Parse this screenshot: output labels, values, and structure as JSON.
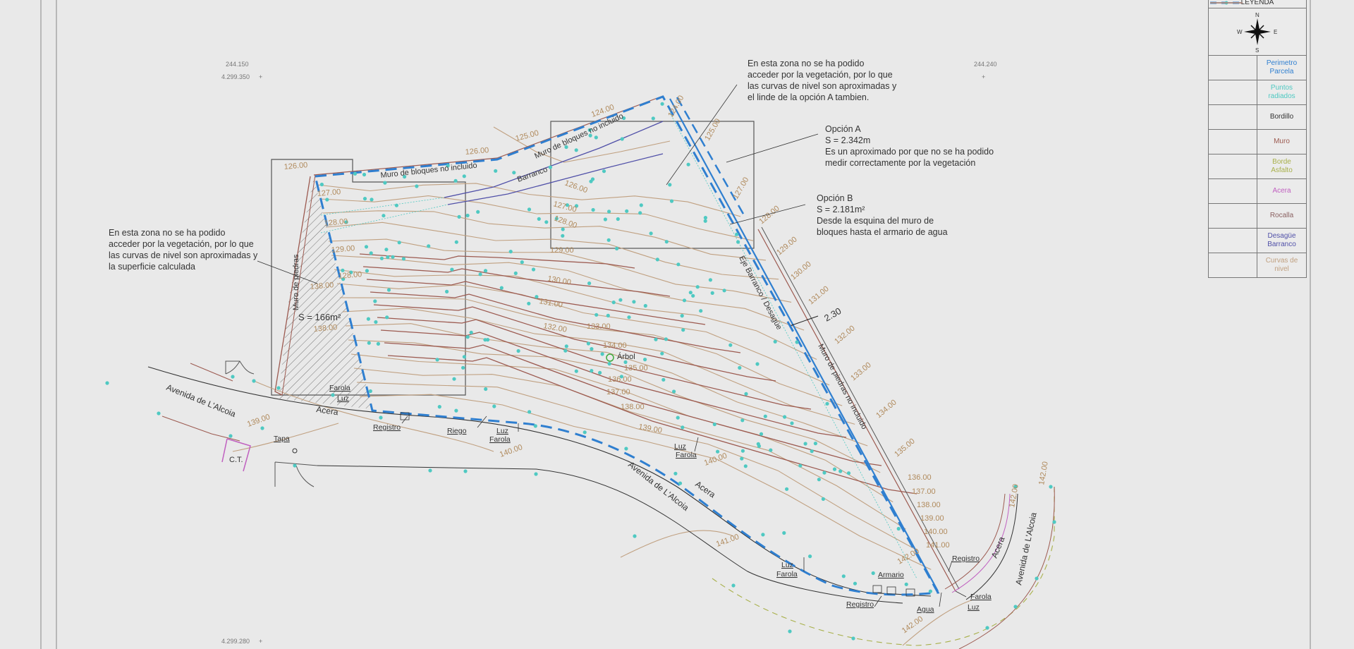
{
  "coords": {
    "x_left": "244.150",
    "y_top": "4.299.350",
    "x_right": "244.240",
    "y_bottom": "4.299.280"
  },
  "notes": {
    "top": [
      "En esta zona no se ha podido",
      "acceder por la vegetación, por lo que",
      "las curvas de nivel son aproximadas y",
      "el linde de la opción A tambien."
    ],
    "left": [
      "En esta zona no se ha podido",
      "acceder por la vegetación, por lo que",
      "las curvas de nivel son aproximadas y",
      "la superficie calculada"
    ],
    "option_a": [
      "Opción A",
      "S = 2.342m",
      "Es un aproximado por que no se ha podido",
      "medir correctamente por la vegetación"
    ],
    "option_b": [
      "Opción B",
      "S = 2.181m²",
      "Desde la esquina del muro de",
      "bloques hasta el armario de agua"
    ]
  },
  "labels": {
    "area": "S = 166m²",
    "muro_bloques_1": "Muro de bloques no incluido",
    "muro_bloques_2": "Muro de bloques no incluido",
    "barranco": "Barranco",
    "muro_piedras": "Muro de piedras",
    "eje_barranco": "Eje Barranco / Desagüe",
    "muro_piedras_no": "Muro de piedras no incluido",
    "dimension": "2.30",
    "arbol": "Árbol",
    "avenida_1": "Avenida de L'Alcoia",
    "avenida_2": "Avenida de L'Alcoia",
    "avenida_3": "Avenida de L'Alcoia",
    "acera_1": "Acera",
    "acera_2": "Acera",
    "acera_3": "Acera",
    "registro_1": "Registro",
    "registro_2": "Registro",
    "registro_3": "Registro",
    "riego": "Riego",
    "luz_1": "Luz",
    "farola_1": "Farola",
    "luz_2": "Luz",
    "farola_2": "Farola",
    "luz_3": "Luz",
    "farola_3": "Farola",
    "luz_4": "Luz",
    "farola_4": "Farola",
    "luz_5": "Luz",
    "farola_5": "Farola",
    "tapa": "Tapa",
    "ct": "C.T.",
    "armario": "Armario",
    "agua": "Agua"
  },
  "contour_labels": [
    "126.00",
    "126.00",
    "125.00",
    "124.00",
    "124.00",
    "125.00",
    "126.00",
    "127.00",
    "127.00",
    "128.00",
    "128.00",
    "129.00",
    "129.00",
    "130.00",
    "131.00",
    "132.00",
    "133.00",
    "134.00",
    "135.00",
    "136.00",
    "137.00",
    "138.00",
    "139.00",
    "139.00",
    "140.00",
    "140.00",
    "141.00",
    "127.00",
    "128.00",
    "129.00",
    "130.00",
    "131.00",
    "132.00",
    "133.00",
    "134.00",
    "135.00",
    "136.00",
    "137.00",
    "138.00",
    "139.00",
    "140.00",
    "141.00",
    "142.00",
    "142.00",
    "142.00",
    "142.00",
    "128.00",
    "138.00",
    "138.00"
  ],
  "legend": {
    "title": "LEYENDA",
    "compass": {
      "n": "N",
      "s": "S",
      "e": "E",
      "w": "W"
    },
    "items": [
      {
        "label": [
          "Perimetro",
          "Parcela"
        ],
        "color": "#2f7fd0",
        "style": "dashed"
      },
      {
        "label": [
          "Puntos",
          "radiados"
        ],
        "color": "#4fc9c2",
        "style": "point"
      },
      {
        "label": [
          "Bordillo",
          ""
        ],
        "color": "#333333",
        "style": "solid"
      },
      {
        "label": [
          "Muro",
          ""
        ],
        "color": "#9c5a50",
        "style": "solid"
      },
      {
        "label": [
          "Borde",
          "Asfalto"
        ],
        "color": "#a8b04a",
        "style": "dashed"
      },
      {
        "label": [
          "Acera",
          ""
        ],
        "color": "#c060c0",
        "style": "solid"
      },
      {
        "label": [
          "Rocalla",
          ""
        ],
        "color": "#8a6060",
        "style": "solid"
      },
      {
        "label": [
          "Desagüe",
          "Barranco"
        ],
        "color": "#5050a8",
        "style": "solid"
      },
      {
        "label": [
          "Curvas de",
          "nivel"
        ],
        "color": "#c0a080",
        "style": "solid"
      }
    ]
  }
}
